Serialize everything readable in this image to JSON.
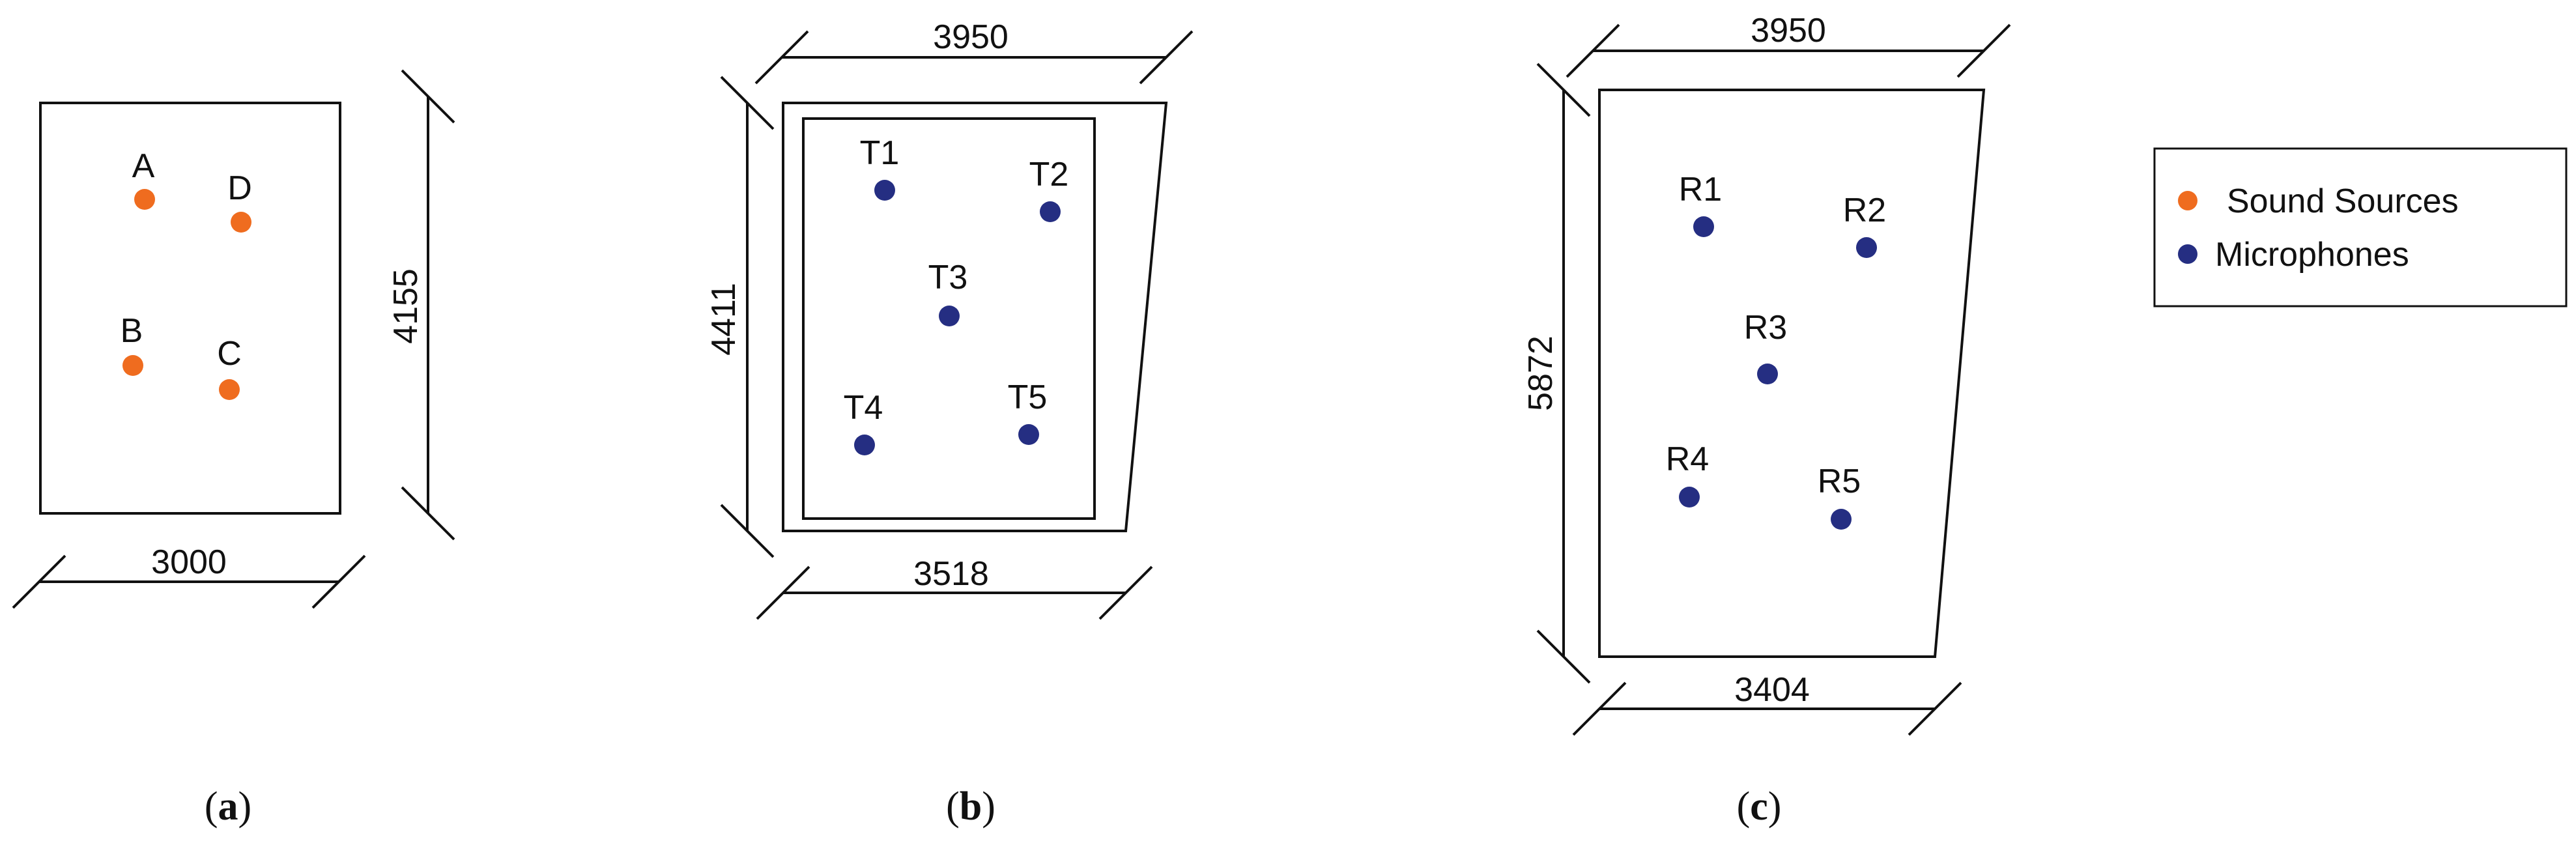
{
  "colors": {
    "sound_source": "#EF6C1F",
    "microphone": "#252E82",
    "line": "#111111"
  },
  "panels": {
    "a": {
      "caption_open": "(",
      "caption_letter": "a",
      "caption_close": ")",
      "dim_width": "3000",
      "dim_height": "4155",
      "points": [
        {
          "label": "A",
          "type": "sound_source"
        },
        {
          "label": "D",
          "type": "sound_source"
        },
        {
          "label": "B",
          "type": "sound_source"
        },
        {
          "label": "C",
          "type": "sound_source"
        }
      ]
    },
    "b": {
      "caption_open": "(",
      "caption_letter": "b",
      "caption_close": ")",
      "dim_top": "3950",
      "dim_bottom": "3518",
      "dim_height": "4411",
      "points": [
        {
          "label": "T1",
          "type": "microphone"
        },
        {
          "label": "T2",
          "type": "microphone"
        },
        {
          "label": "T3",
          "type": "microphone"
        },
        {
          "label": "T4",
          "type": "microphone"
        },
        {
          "label": "T5",
          "type": "microphone"
        }
      ]
    },
    "c": {
      "caption_open": "(",
      "caption_letter": "c",
      "caption_close": ")",
      "dim_top": "3950",
      "dim_bottom": "3404",
      "dim_height": "5872",
      "points": [
        {
          "label": "R1",
          "type": "microphone"
        },
        {
          "label": "R2",
          "type": "microphone"
        },
        {
          "label": "R3",
          "type": "microphone"
        },
        {
          "label": "R4",
          "type": "microphone"
        },
        {
          "label": "R5",
          "type": "microphone"
        }
      ]
    }
  },
  "legend": {
    "items": [
      {
        "label": "Sound Sources",
        "type": "sound_source"
      },
      {
        "label": "Microphones",
        "type": "microphone"
      }
    ]
  }
}
